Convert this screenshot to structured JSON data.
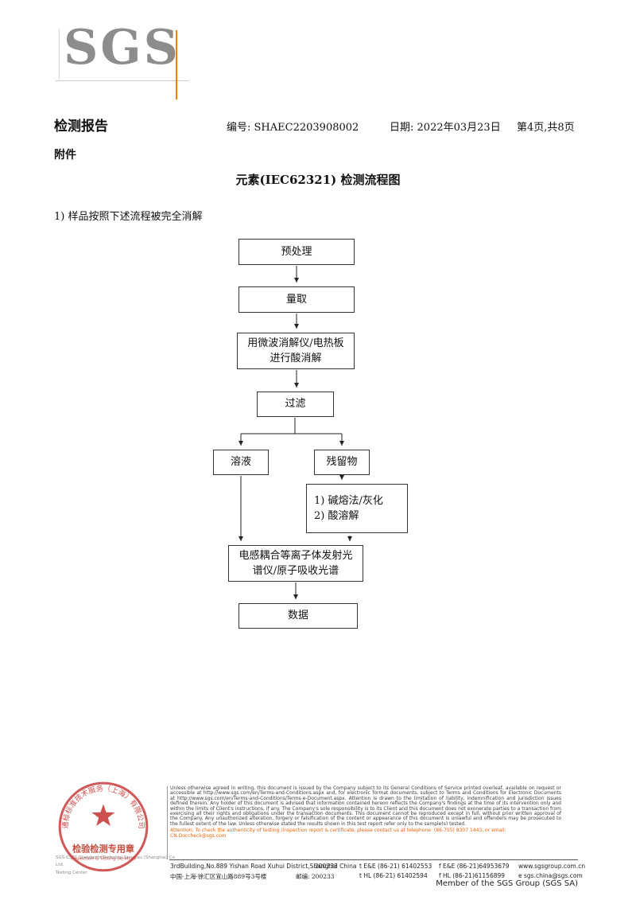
{
  "logo": {
    "text": "SGS"
  },
  "header": {
    "report_title": "检测报告",
    "number_label": "编号:",
    "number_value": "SHAEC2203908002",
    "date_label": "日期:",
    "date_value": "2022年03月23日",
    "page_info": "第4页,共8页"
  },
  "attachment_label": "附件",
  "section_title": "元素(IEC62321) 检测流程图",
  "intro": "1) 样品按照下述流程被完全消解",
  "flow": {
    "boxes": [
      {
        "text": "预处理"
      },
      {
        "text": "量取"
      },
      {
        "text": "用微波消解仪/电热板\n进行酸消解"
      },
      {
        "text": "过滤"
      },
      {
        "text": "溶液"
      },
      {
        "text": "残留物"
      },
      {
        "text": "1) 碱熔法/灰化\n2) 酸溶解"
      },
      {
        "text": "电感耦合等离子体发射光\n谱仪/原子吸收光谱"
      },
      {
        "text": "数据"
      }
    ]
  },
  "stamp": {
    "ring_text": "通标标准技术服务（上海）有限公司",
    "seal_title": "检验检测专用章",
    "seal_subtitle": "Inspection & Testing Services",
    "company_line1": "SGS-CSTC Standards Technical Services (Shanghai) Co. Ltd.",
    "company_line2": "Testing Center"
  },
  "footer": {
    "disclaimer": "Unless otherwise agreed in writing, this document is issued by the Company subject to its General Conditions of Service printed overleaf, available on request or accessible at http://www.sgs.com/en/Terms-and-Conditions.aspx and, for electronic format documents, subject to Terms and Conditions for Electronic Documents at http://www.sgs.com/en/Terms-and-Conditions/Terms-e-Document.aspx. Attention is drawn to the limitation of liability, indemnification and jurisdiction issues defined therein. Any holder of this document is advised that information contained hereon reflects the Company's findings at the time of its intervention only and within the limits of Client's instructions, if any. The Company's sole responsibility is to its Client and this document does not exonerate parties to a transaction from exercising all their rights and obligations under the transaction documents. This document cannot be reproduced except in full, without prior written approval of the Company. Any unauthorized alteration, forgery or falsification of the content or appearance of this document is unlawful and offenders may be prosecuted to the fullest extent of the law. Unless otherwise stated the results shown in this test report refer only to the sample(s) tested.",
    "attention": "Attention: To check the authenticity of testing /inspection report & certificate, please contact us at telephone: (86-755) 8307 1443, or email: CN.Doccheck@sgs.com",
    "address_en": "3rdBuilding,No.889 Yishan Road Xuhui District,Shanghai China",
    "postcode_en": "200233",
    "tel_en": "t E&E (86-21) 61402553",
    "fax_en": "f E&E (86-21)64953679",
    "website": "www.sgsgroup.com.cn",
    "address_cn": "中国·上海·徐汇区宜山路889号3号楼",
    "postcode_cn": "邮编: 200233",
    "tel_cn": "t HL (86-21) 61402594",
    "fax_cn": "f HL (86-21)61156899",
    "email": "e sgs.china@sgs.com",
    "member": "Member of the SGS Group (SGS SA)"
  }
}
